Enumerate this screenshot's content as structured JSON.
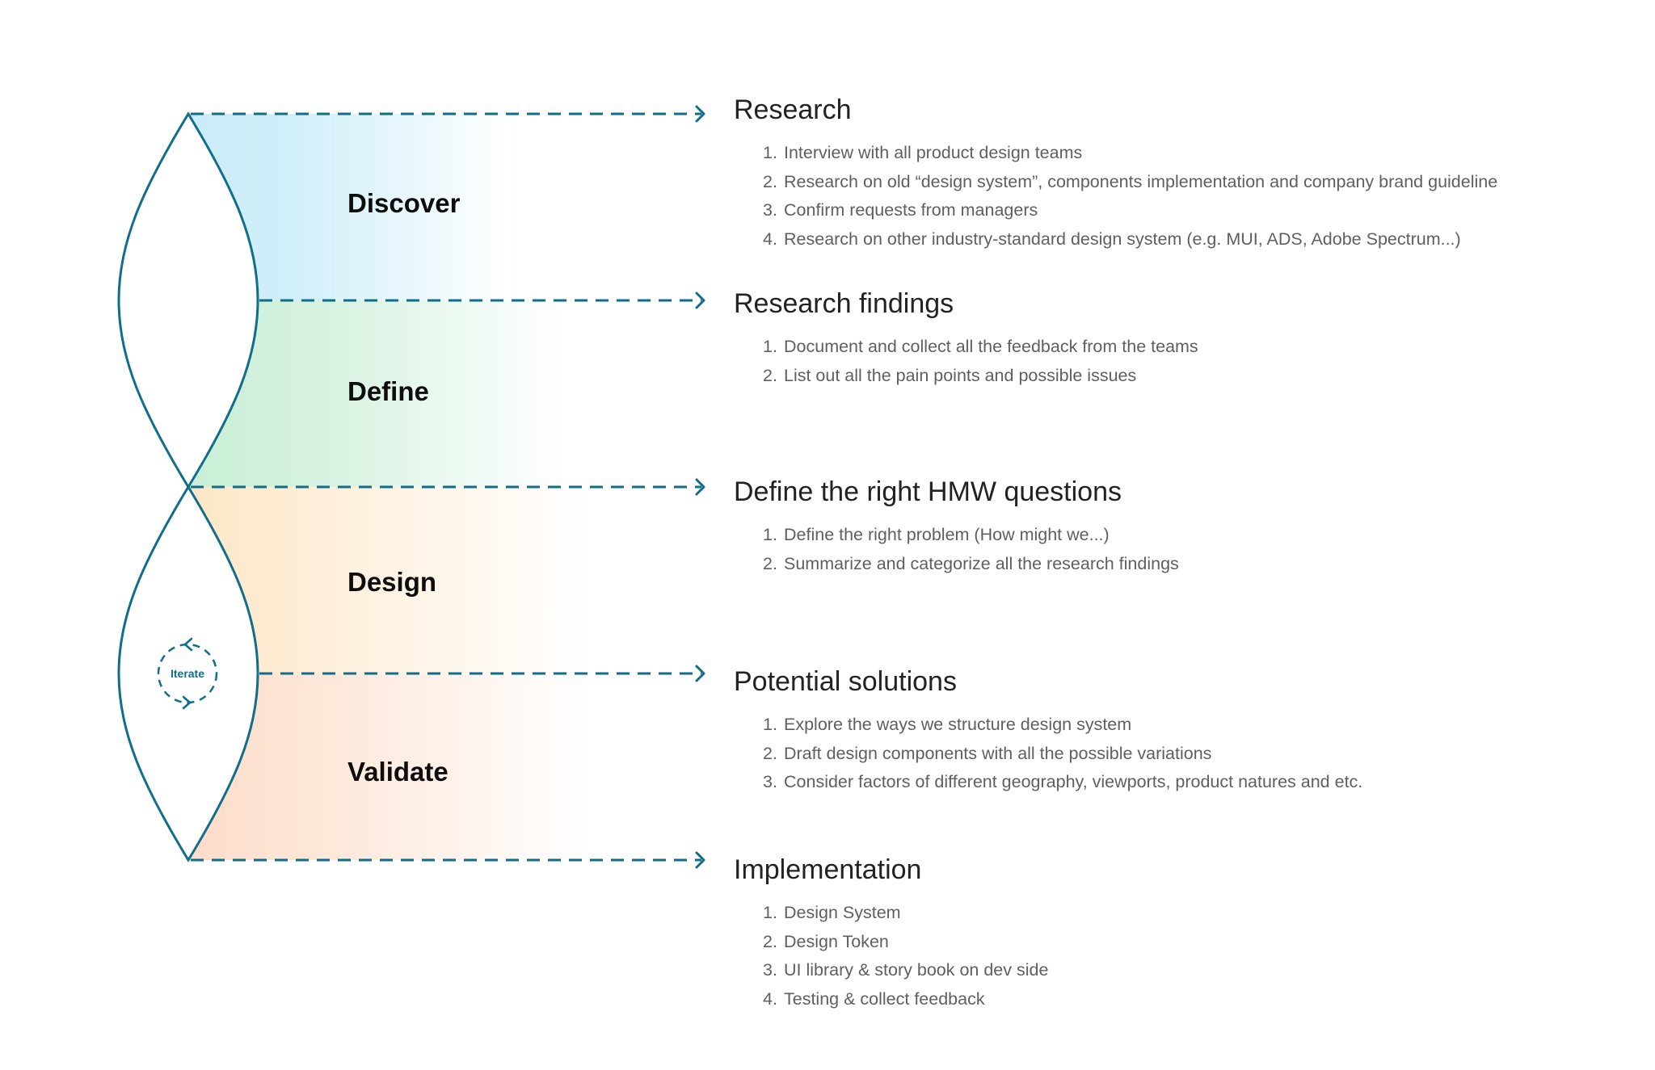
{
  "colors": {
    "stroke": "#106e8a",
    "discover": "#c9ecf8",
    "define": "#c9efd6",
    "design": "#fde6c6",
    "validate": "#fddcc8",
    "phase_text": "#0d0d0d",
    "title_text": "#222222",
    "list_text": "#5f5f5f"
  },
  "phases": [
    {
      "label": "Discover"
    },
    {
      "label": "Define"
    },
    {
      "label": "Design"
    },
    {
      "label": "Validate"
    }
  ],
  "iterate": {
    "label": "Iterate"
  },
  "sections": [
    {
      "title": "Research",
      "items": [
        {
          "num": "1.",
          "text": "Interview with all product design teams"
        },
        {
          "num": "2.",
          "text": "Research on old “design system”, components implementation and company brand guideline"
        },
        {
          "num": "3.",
          "text": "Confirm requests from managers"
        },
        {
          "num": "4.",
          "text": "Research on other industry-standard design system (e.g. MUI, ADS, Adobe Spectrum...)"
        }
      ]
    },
    {
      "title": "Research findings",
      "items": [
        {
          "num": "1.",
          "text": "Document and collect all the feedback from the teams"
        },
        {
          "num": "2.",
          "text": "List out all the pain points and possible issues"
        }
      ]
    },
    {
      "title": "Define the right HMW questions",
      "items": [
        {
          "num": "1.",
          "text": "Define the right problem (How might we...)"
        },
        {
          "num": "2.",
          "text": "Summarize and categorize all the research findings"
        }
      ]
    },
    {
      "title": "Potential solutions",
      "items": [
        {
          "num": "1.",
          "text": "Explore the ways we structure design system"
        },
        {
          "num": "2.",
          "text": "Draft design components with all the possible variations"
        },
        {
          "num": "3.",
          "text": "Consider factors of different geography, viewports, product natures and etc."
        }
      ]
    },
    {
      "title": "Implementation",
      "items": [
        {
          "num": "1.",
          "text": "Design System"
        },
        {
          "num": "2.",
          "text": "Design Token"
        },
        {
          "num": "3.",
          "text": "UI library & story book on dev side"
        },
        {
          "num": "4.",
          "text": "Testing & collect feedback"
        }
      ]
    }
  ]
}
